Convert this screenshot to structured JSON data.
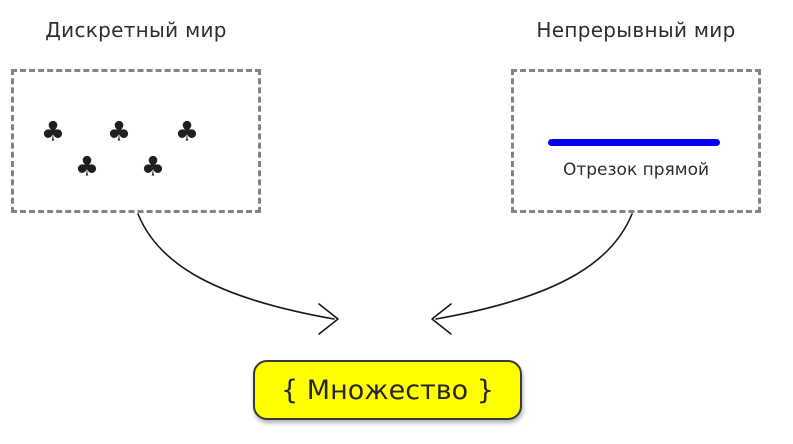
{
  "discrete": {
    "title": "Дискретный мир",
    "club_symbol": "♣",
    "club_count": 5
  },
  "continuous": {
    "title": "Непрерывный мир",
    "segment_label": "Отрезок прямой",
    "segment_color": "#0000ee"
  },
  "result": {
    "label": "{ Множество }",
    "fill_color": "#ffff00",
    "border_color": "#3a3a3a"
  },
  "colors": {
    "text": "#2d2d2d",
    "dashed_border": "#848484",
    "arrow": "#1a1a1a"
  }
}
